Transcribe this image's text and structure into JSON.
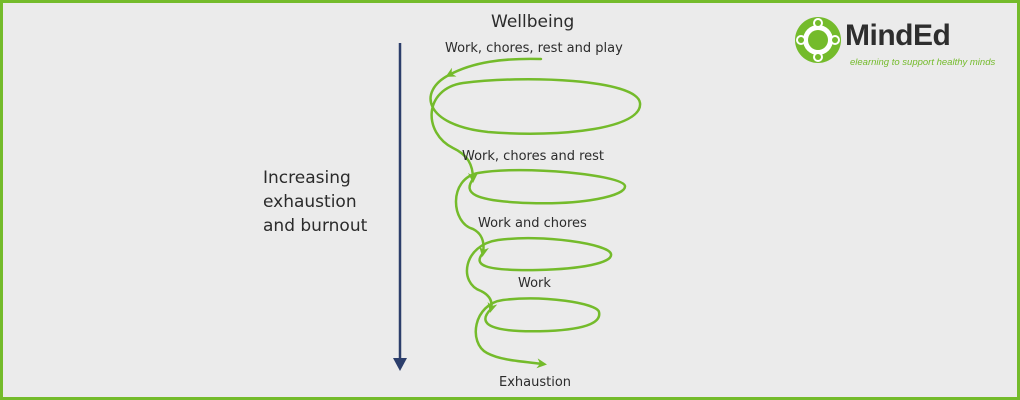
{
  "diagram": {
    "title": "Wellbeing",
    "stage_labels": [
      "Work, chores, rest and play",
      "Work, chores and rest",
      "Work and chores",
      "Work",
      "Exhaustion"
    ],
    "side_label_lines": [
      "Increasing",
      "exhaustion",
      "and burnout"
    ]
  },
  "logo": {
    "name": "MindEd",
    "tagline": "elearning to support healthy minds"
  },
  "colors": {
    "frame_border": "#74bb2b",
    "spiral": "#74bb2b",
    "arrow": "#2c3e6b",
    "background": "#ebebeb",
    "text": "#2b2b2b"
  },
  "icons": [
    "down-arrow-icon",
    "spiral-arrow-icon",
    "minded-logo-icon"
  ]
}
